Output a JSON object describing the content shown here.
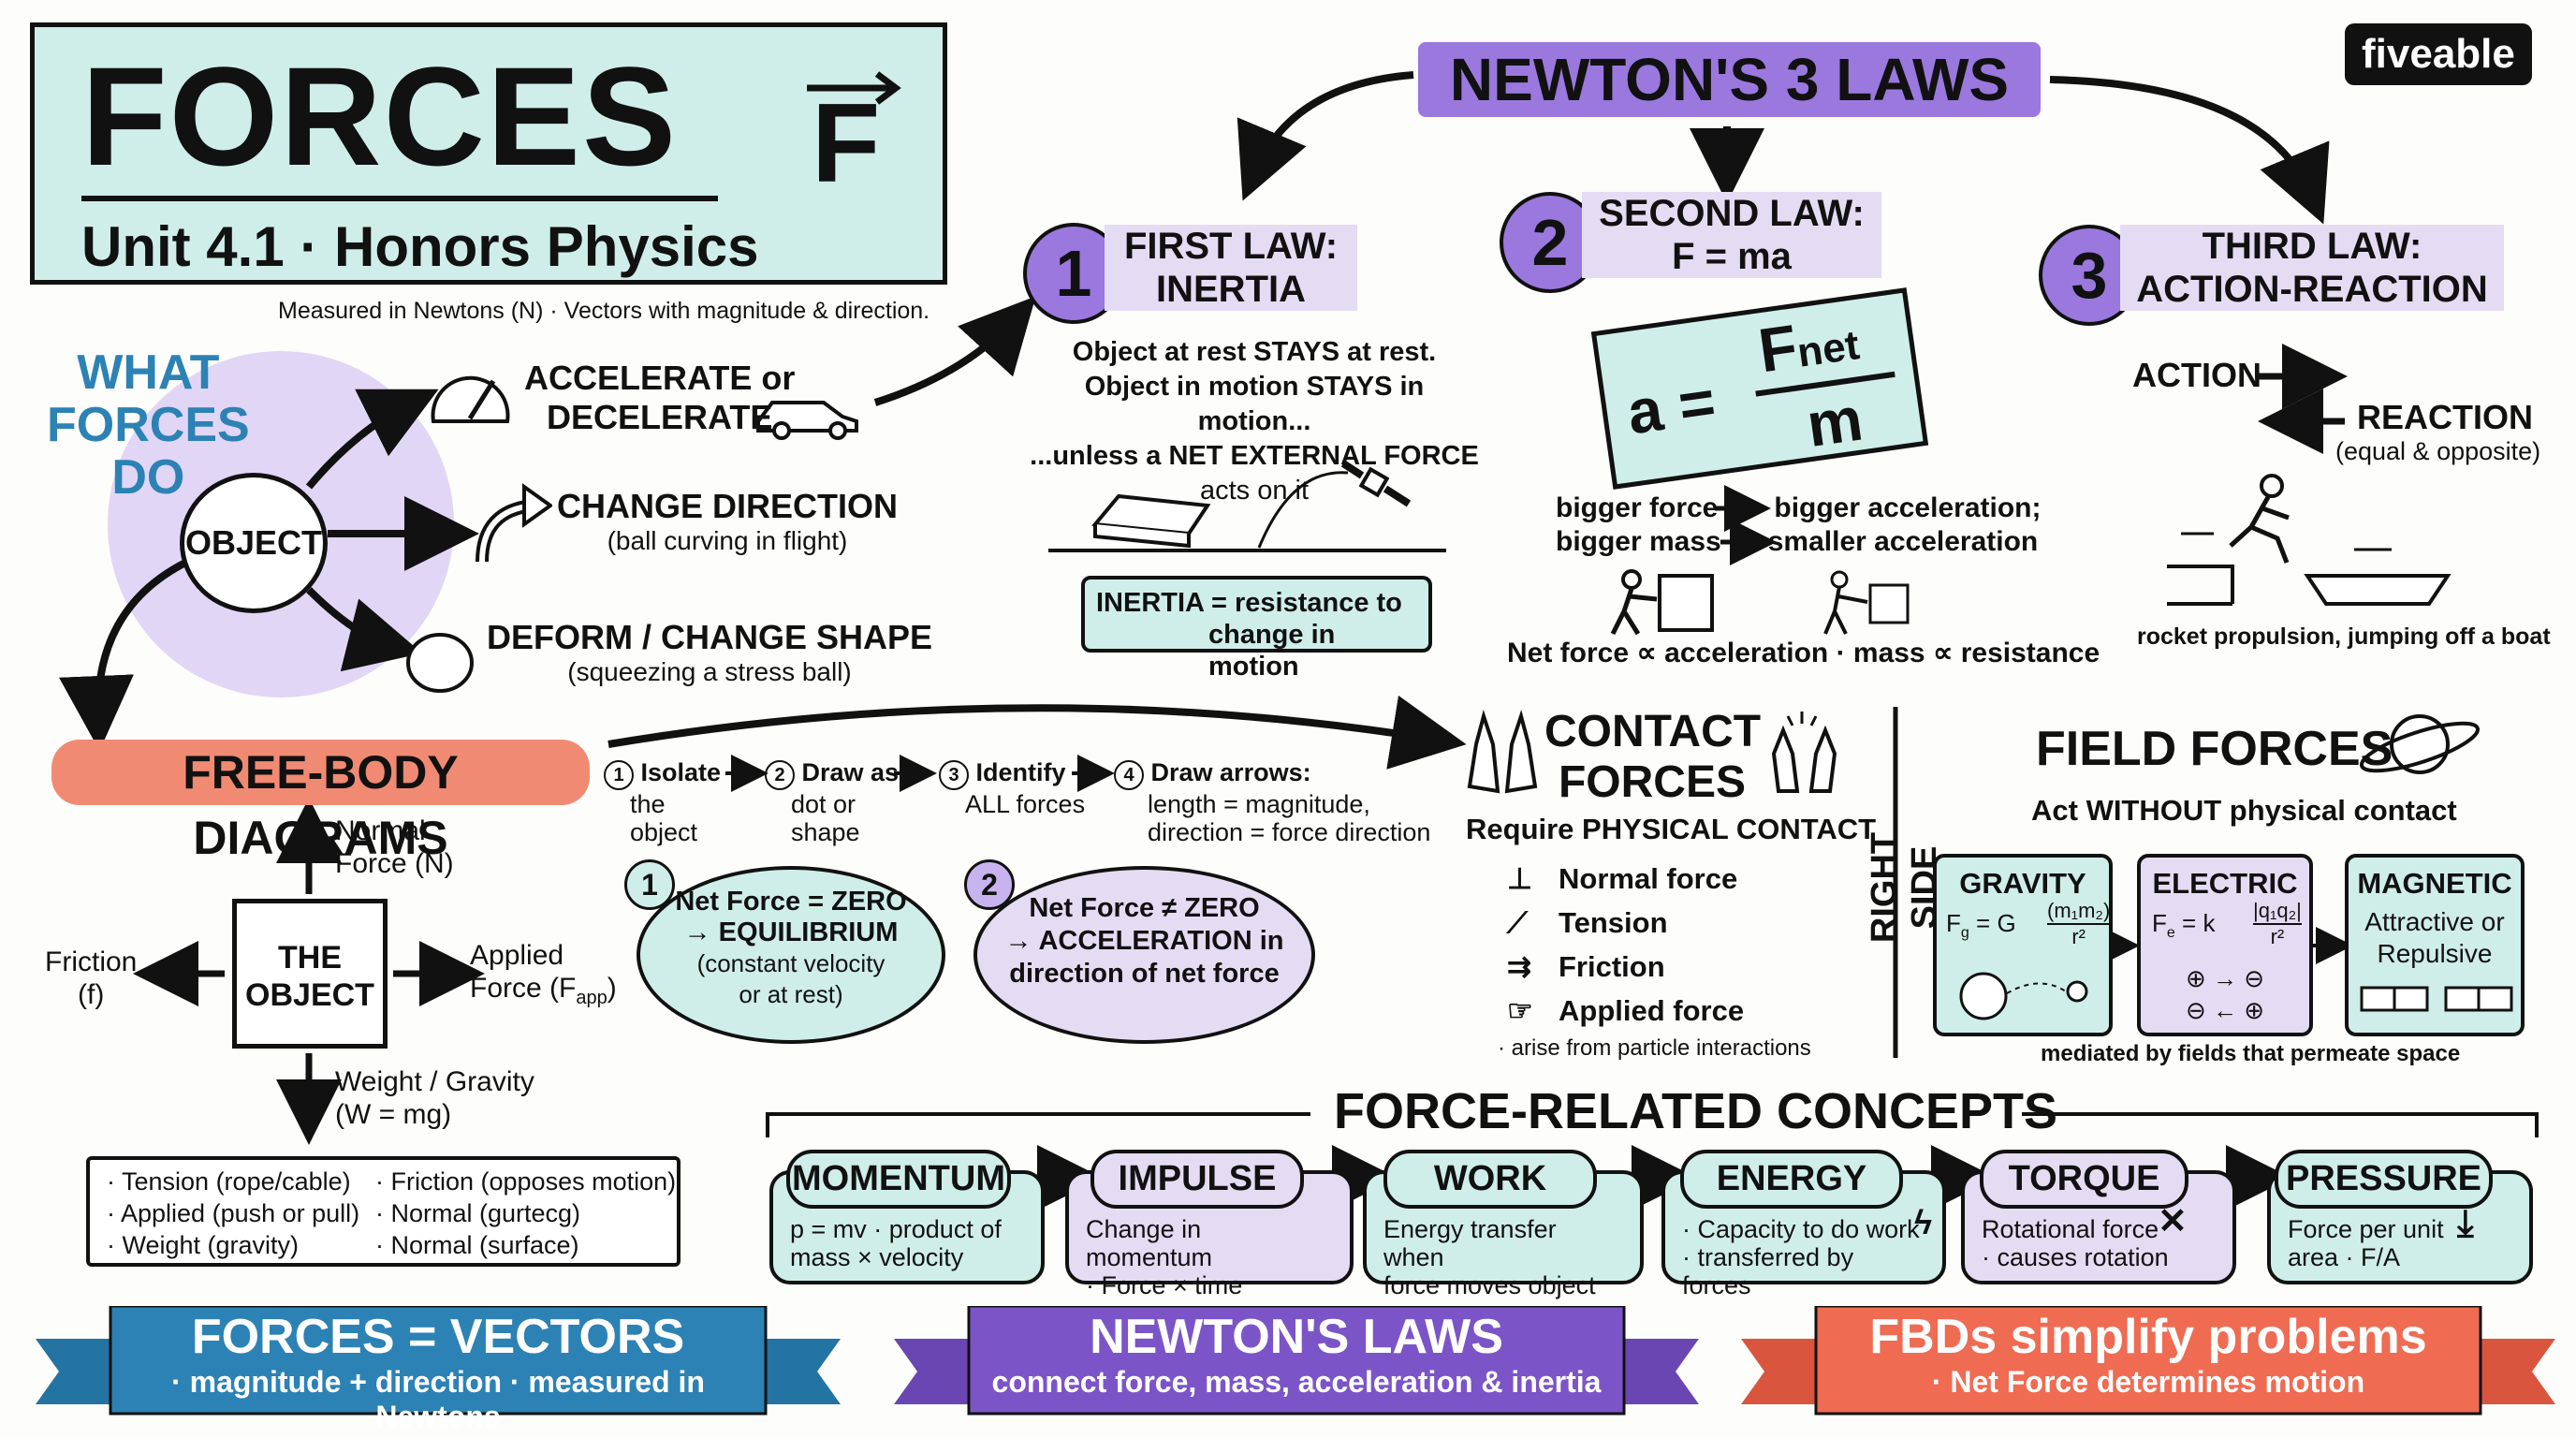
{
  "brand": "fiveable",
  "header": {
    "title": "FORCES",
    "vector_symbol": "F",
    "subtitle": "Unit 4.1 · Honors Physics",
    "note": "Measured in Newtons (N) · Vectors with magnitude & direction."
  },
  "what_forces_do": {
    "heading": [
      "WHAT",
      "FORCES",
      "DO"
    ],
    "center": "OBJECT",
    "effects": [
      {
        "line1": "ACCELERATE or",
        "line2": "DECELERATE",
        "icon": "speedometer-icon"
      },
      {
        "line1": "CHANGE DIRECTION",
        "line2": "(ball curving in flight)",
        "icon": "curved-arrow-icon"
      },
      {
        "line1": "DEFORM / CHANGE SHAPE",
        "line2": "(squeezing a stress ball)",
        "icon": "stress-ball-icon"
      }
    ]
  },
  "newtons_laws": {
    "title": "NEWTON'S 3 LAWS",
    "first": {
      "num": "1",
      "title1": "FIRST LAW:",
      "title2": "INERTIA",
      "text": [
        "Object at rest STAYS at rest.",
        "Object in motion STAYS in motion...",
        "...unless a NET EXTERNAL FORCE",
        "acts on it"
      ],
      "callout": [
        "INERTIA = resistance to",
        "change in motion"
      ]
    },
    "second": {
      "num": "2",
      "title1": "SECOND LAW:",
      "title2": "F = ma",
      "formula_lhs": "a =",
      "formula_num": "F",
      "formula_sub": "net",
      "formula_den": "m",
      "text": [
        "bigger force",
        "bigger acceleration;",
        "bigger mass",
        "smaller acceleration"
      ],
      "caption": "Net force ∝ acceleration · mass ∝ resistance"
    },
    "third": {
      "num": "3",
      "title1": "THIRD LAW:",
      "title2": "ACTION-REACTION",
      "action": "ACTION",
      "reaction": "REACTION",
      "reaction_note": "(equal & opposite)",
      "caption": "rocket propulsion, jumping off a boat"
    }
  },
  "fbd": {
    "title": "FREE-BODY DIAGRAMS",
    "steps": [
      {
        "n": "1",
        "a": "Isolate",
        "b": "the object"
      },
      {
        "n": "2",
        "a": "Draw as",
        "b": "dot or shape"
      },
      {
        "n": "3",
        "a": "Identify",
        "b": "ALL forces"
      },
      {
        "n": "4",
        "a": "Draw arrows:",
        "b": "length = magnitude,",
        "c": "direction = force direction"
      }
    ],
    "object": [
      "THE",
      "OBJECT"
    ],
    "normal": [
      "Normal",
      "Force (N)"
    ],
    "friction": [
      "Friction",
      "(f)"
    ],
    "applied": [
      "Applied",
      "Force (F",
      "app",
      ")"
    ],
    "weight": [
      "Weight / Gravity",
      "(W = mg)"
    ],
    "list": [
      "· Tension (rope/cable)",
      "· Applied (push or pull)",
      "· Weight (gravity)",
      "· Friction (opposes motion)",
      "· Normal (gurtecg)",
      "· Normal (surface)"
    ],
    "bubble1": {
      "n": "1",
      "lines": [
        "Net Force = ZERO",
        "→ EQUILIBRIUM",
        "(constant velocity",
        "or at rest)"
      ]
    },
    "bubble2": {
      "n": "2",
      "lines": [
        "Net Force ≠ ZERO",
        "→ ACCELERATION in",
        "direction of net force"
      ]
    }
  },
  "contact": {
    "title": [
      "CONTACT",
      "FORCES"
    ],
    "sub": "Require PHYSICAL CONTACT",
    "items": [
      "Normal force",
      "Tension",
      "Friction",
      "Applied force"
    ],
    "note": "· arise from particle interactions"
  },
  "right_side": "RIGHT SIDE",
  "field": {
    "title": "FIELD FORCES",
    "sub": "Act WITHOUT physical contact",
    "gravity": {
      "title": "GRAVITY",
      "formula": "F",
      "sub": "g",
      "eq": "= G",
      "frac_num": "(m₁m₂)",
      "frac_den": "r²"
    },
    "electric": {
      "title": "ELECTRIC",
      "formula": "F",
      "sub": "e",
      "eq": "= k",
      "frac_num": "|q₁q₂|",
      "frac_den": "r²"
    },
    "magnetic": {
      "title": "MAGNETIC",
      "line1": "Attractive or",
      "line2": "Repulsive"
    },
    "caption": "mediated by fields that permeate space"
  },
  "concepts": {
    "title": "FORCE-RELATED CONCEPTS",
    "items": [
      {
        "name": "MOMENTUM",
        "l1": "p = mv · product of",
        "l2": "mass × velocity",
        "color": "#cfeee9"
      },
      {
        "name": "IMPULSE",
        "l1": "Change in momentum",
        "l2": "· Force × time",
        "color": "#e4dcf3"
      },
      {
        "name": "WORK",
        "l1": "Energy transfer when",
        "l2": "force moves object",
        "color": "#cfeee9"
      },
      {
        "name": "ENERGY",
        "l1": "· Capacity to do work",
        "l2": "· transferred by forces",
        "color": "#cfeee9"
      },
      {
        "name": "TORQUE",
        "l1": "Rotational force",
        "l2": "· causes rotation",
        "color": "#e4dcf3"
      },
      {
        "name": "PRESSURE",
        "l1": "Force per unit",
        "l2": "area · F/A",
        "color": "#cfeee9"
      }
    ]
  },
  "banners": [
    {
      "t1": "FORCES = VECTORS",
      "t2": "· magnitude + direction · measured in Newtons",
      "color": "#2c82b4"
    },
    {
      "t1": "NEWTON'S LAWS",
      "t2": "connect force, mass, acceleration & inertia",
      "color": "#7b55c7"
    },
    {
      "t1": "FBDs simplify problems",
      "t2": "· Net Force determines motion",
      "color": "#ef6b52"
    }
  ],
  "colors": {
    "teal": "#cfeee9",
    "lavender": "#c7b3ee",
    "purple": "#9a78de",
    "salmon": "#f08a73"
  }
}
